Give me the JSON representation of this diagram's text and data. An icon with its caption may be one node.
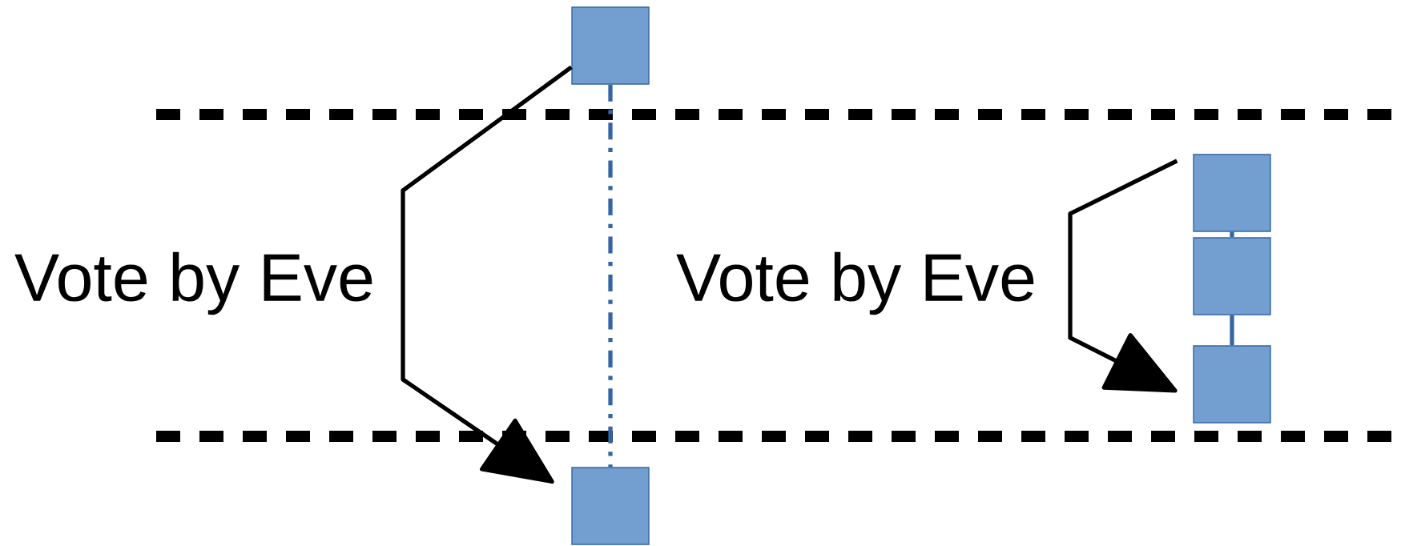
{
  "diagram": {
    "nodes": [
      {
        "text": [],
        "shape": "box"
      },
      {
        "text": [],
        "shape": "box"
      },
      {
        "text": [],
        "shape": "box"
      },
      {
        "text": [],
        "shape": "box"
      },
      {
        "text": [],
        "shape": "box"
      }
    ],
    "edges": [
      {
        "from": 0,
        "to": 1,
        "arrow": "to",
        "color": "#000000"
      },
      {
        "from": 0,
        "to": 1,
        "arrow": "none",
        "style": "dashed",
        "color": "#3465a4"
      },
      {
        "from": 2,
        "to": 4,
        "arrow": "to",
        "color": "#000000"
      },
      {
        "from": 2,
        "to": 3,
        "arrow": "none",
        "color": "#3465a4"
      },
      {
        "from": 3,
        "to": 4,
        "arrow": "none",
        "color": "#3465a4"
      }
    ],
    "labels": [
      "Vote by Eve",
      "Vote by Eve"
    ]
  }
}
